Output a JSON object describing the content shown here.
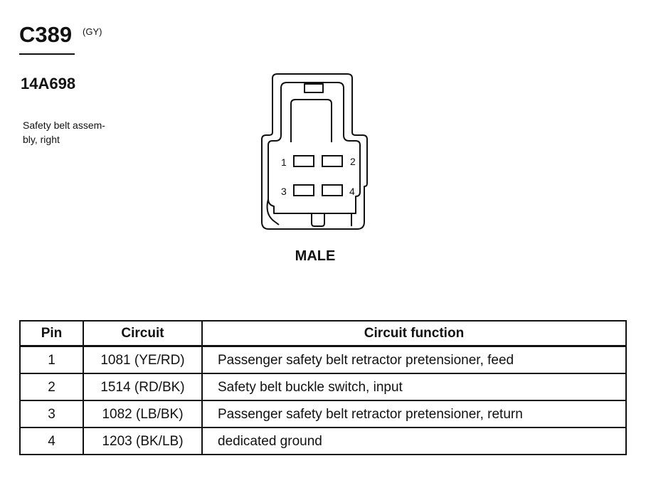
{
  "connector": {
    "id": "C389",
    "color_code": "(GY)",
    "part_number": "14A698",
    "description_lines": [
      "Safety belt assem-",
      "bly, right"
    ],
    "gender": "MALE",
    "pin_labels": [
      "1",
      "2",
      "3",
      "4"
    ]
  },
  "table": {
    "headers": {
      "pin": "Pin",
      "circuit": "Circuit",
      "function": "Circuit function"
    },
    "rows": [
      {
        "pin": "1",
        "circuit": "1081 (YE/RD)",
        "function": "Passenger safety belt retractor pretensioner, feed"
      },
      {
        "pin": "2",
        "circuit": "1514 (RD/BK)",
        "function": "Safety belt buckle switch, input"
      },
      {
        "pin": "3",
        "circuit": "1082 (LB/BK)",
        "function": "Passenger safety belt retractor pretensioner, return"
      },
      {
        "pin": "4",
        "circuit": "1203 (BK/LB)",
        "function": "dedicated ground"
      }
    ]
  }
}
